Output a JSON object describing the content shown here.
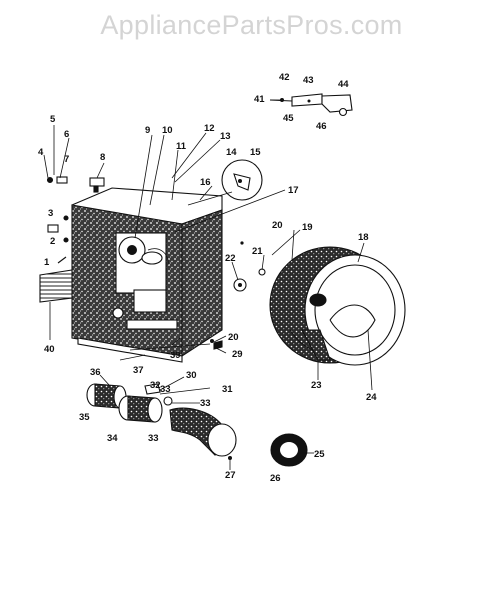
{
  "watermark": "AppliancePartsPros.com",
  "labels": {
    "1": "1",
    "2": "2",
    "3": "3",
    "4": "4",
    "5": "5",
    "6": "6",
    "7": "7",
    "8": "8",
    "9": "9",
    "10": "10",
    "11": "11",
    "12": "12",
    "13": "13",
    "14": "14",
    "15": "15",
    "16": "16",
    "17": "17",
    "18": "18",
    "19": "19",
    "20": "20",
    "20b": "20",
    "21": "21",
    "22": "22",
    "23": "23",
    "24": "24",
    "25": "25",
    "26": "26",
    "27": "27",
    "29": "29",
    "30": "30",
    "31": "31",
    "32": "32",
    "33": "33",
    "33b": "33",
    "33c": "33",
    "34": "34",
    "35": "35",
    "36": "36",
    "37": "37",
    "39": "39",
    "40": "40",
    "41": "41",
    "42": "42",
    "43": "43",
    "44": "44",
    "45": "45",
    "46": "46"
  }
}
